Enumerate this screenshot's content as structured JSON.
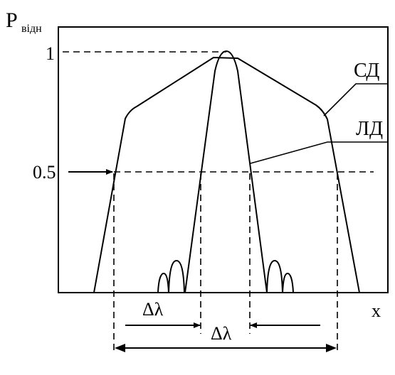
{
  "axis": {
    "y_label_main": "P",
    "y_label_sub": "відн",
    "x_label": "x",
    "tick_one": "1",
    "tick_half": "0.5"
  },
  "curves": {
    "wide_label": "СД",
    "narrow_label": "ЛД"
  },
  "widths": {
    "narrow_label": "Δλ",
    "wide_label": "Δλ"
  },
  "colors": {
    "ink": "#000000",
    "background": "#ffffff"
  }
}
